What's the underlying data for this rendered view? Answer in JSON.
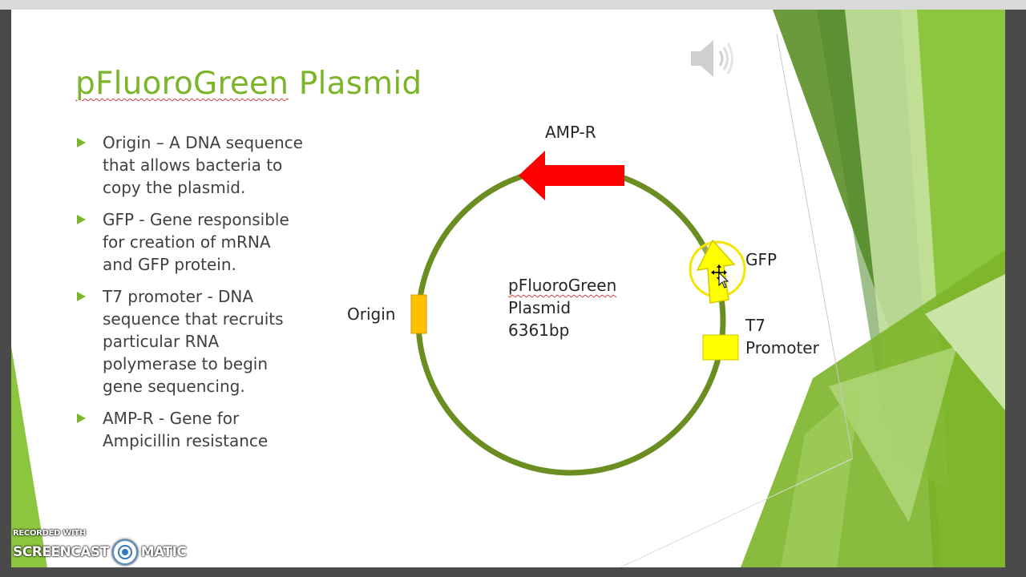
{
  "slide": {
    "title_part1": "pFluoroGreen",
    "title_part2": " Plasmid",
    "bullets": [
      {
        "text": "Origin – A DNA sequence\nthat allows bacteria to\ncopy the plasmid."
      },
      {
        "text": "GFP - Gene responsible\nfor creation of mRNA\nand GFP protein."
      },
      {
        "text": "T7 promoter - DNA\nsequence that recruits\nparticular RNA\npolymerase to begin\ngene sequencing."
      },
      {
        "text": "AMP-R - Gene for\nAmpicillin resistance"
      }
    ]
  },
  "diagram": {
    "amp_label": "AMP-R",
    "gfp_label": "GFP",
    "t7_label": "T7\nPromoter",
    "origin_label": "Origin",
    "center_name": "pFluoroGreen",
    "center_line2": "Plasmid",
    "center_line3": "6361bp"
  },
  "watermark": {
    "line1": "RECORDED WITH",
    "part1": "SCREENCAST",
    "part2": "MATIC"
  },
  "colors": {
    "accent_green": "#7cb529",
    "ring": "#6b8e23",
    "amp_arrow": "#ff0000",
    "gfp_arrow": "#ffff00",
    "origin_box": "#ffc000",
    "t7_box": "#ffff00"
  },
  "icons": {
    "audio": "speaker-icon",
    "cursor": "move-cursor-icon",
    "bullet": "triangle-bullet-icon"
  }
}
